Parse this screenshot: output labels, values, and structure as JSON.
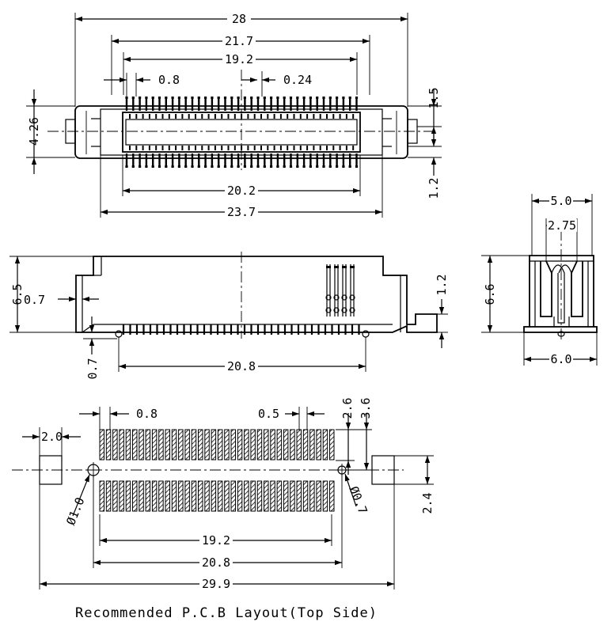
{
  "top_view": {
    "dims": {
      "overall": "28",
      "outer_pins": "21.7",
      "inner_pins": "19.2",
      "pitch": "0.8",
      "offset": "0.24",
      "depth": "4.26",
      "top_step": "1.5",
      "bottom_step": "1.2",
      "body_inner": "20.2",
      "body_outer": "23.7"
    }
  },
  "side_view": {
    "dims": {
      "height": "6.5",
      "wall": "0.7",
      "pin_height": "1.2",
      "foot": "0.7",
      "pin_span": "20.8"
    }
  },
  "end_view": {
    "dims": {
      "top_width": "5.0",
      "inner_width": "2.75",
      "height": "6.6",
      "base_width": "6.0"
    }
  },
  "pcb_layout": {
    "caption": "Recommended P.C.B Layout(Top Side)",
    "dims": {
      "pad_pitch": "0.8",
      "pad_width": "0.5",
      "pad_len": "2.6",
      "row_span": "3.6",
      "tab_width": "2.0",
      "tab_height": "2.4",
      "hole_left": "Ø1.0",
      "hole_right": "Ø0.7",
      "pad_span": "19.2",
      "hole_span": "20.8",
      "overall": "29.9"
    }
  }
}
